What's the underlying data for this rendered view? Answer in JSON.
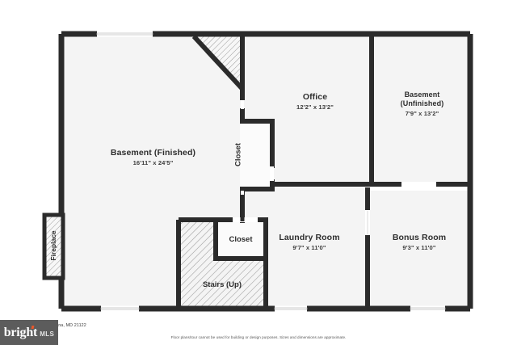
{
  "document": {
    "type": "floor-plan",
    "level_description": "Basement level floor plan"
  },
  "footer": {
    "logo_brand": "bright",
    "logo_suffix": "MLS",
    "address": "dena, MD 21122",
    "disclaimer": "Floor plans/tour cannot be used for building or design purposes. Sizes and dimensions are approximate."
  },
  "colors": {
    "wall": "#2b2b2b",
    "floor_fill": "#f4f4f4",
    "page_background": "#ffffff",
    "hatch_line": "#8e8e8e",
    "text": "#2e2e2e",
    "logo_background": "#5c5c5c",
    "logo_accent": "#e8572a"
  },
  "rooms": [
    {
      "id": "basement-finished",
      "name": "Basement (Finished)",
      "dimensions": "16'11\" x 24'5\""
    },
    {
      "id": "office",
      "name": "Office",
      "dimensions": "12'2\" x 13'2\""
    },
    {
      "id": "basement-unfinished",
      "name": "Basement (Unfinished)",
      "name_line1": "Basement",
      "name_line2": "(Unfinished)",
      "dimensions": "7'9\" x 13'2\""
    },
    {
      "id": "laundry-room",
      "name": "Laundry Room",
      "dimensions": "9'7\" x 11'0\""
    },
    {
      "id": "bonus-room",
      "name": "Bonus Room",
      "dimensions": "9'3\" x 11'0\""
    }
  ],
  "features": [
    {
      "id": "closet-upper",
      "label": "Closet",
      "orientation": "vertical"
    },
    {
      "id": "closet-lower",
      "label": "Closet",
      "orientation": "horizontal"
    },
    {
      "id": "stairs-up",
      "label": "Stairs (Up)",
      "orientation": "horizontal"
    },
    {
      "id": "fireplace",
      "label": "Fireplace",
      "orientation": "vertical"
    }
  ]
}
